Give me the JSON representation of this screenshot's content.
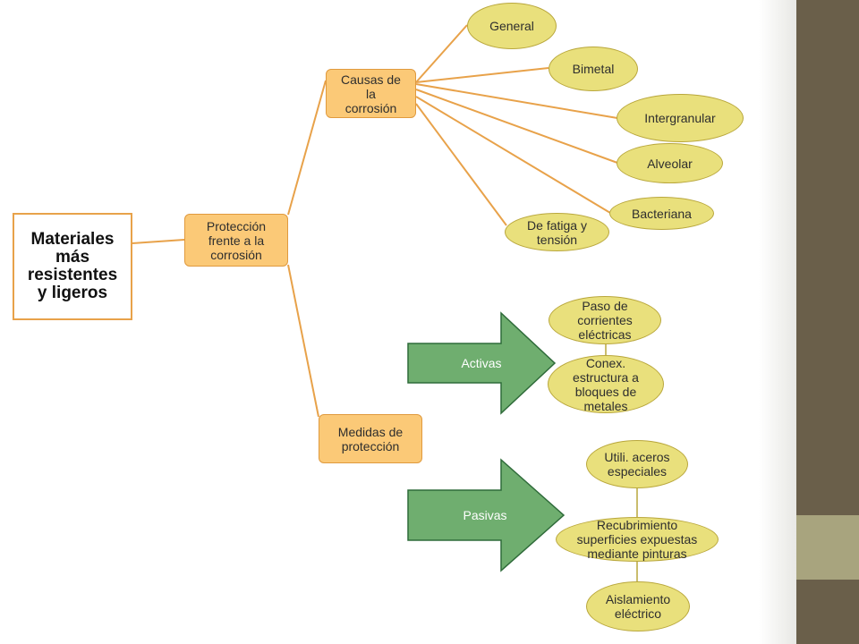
{
  "root": "Materiales\nmás\nresistentes\ny ligeros",
  "protection": "Protección\nfrente a la\ncorrosión",
  "causes": "Causas de\nla\ncorrosión",
  "measures": "Medidas de\nprotección",
  "cause_types": [
    "General",
    "Bimetal",
    "Intergranular",
    "Alveolar",
    "Bacteriana",
    "De fatiga y\ntensión"
  ],
  "active": {
    "label": "Activas",
    "items": [
      "Paso de\ncorrientes\neléctricas",
      "Conex.\nestructura a\nbloques de\nmetales"
    ]
  },
  "passive": {
    "label": "Pasivas",
    "items": [
      "Utili. aceros\nespeciales",
      "Recubrimiento\nsuperficies expuestas\nmediante pinturas",
      "Aislamiento\neléctrico"
    ]
  },
  "colors": {
    "orange_fill": "#fbc977",
    "orange_line": "#e8a24a",
    "ellipse_fill": "#e9e07c",
    "arrow_fill": "#6fae6f",
    "band_dark": "#6a5f4a",
    "band_light": "#a8a47e"
  }
}
